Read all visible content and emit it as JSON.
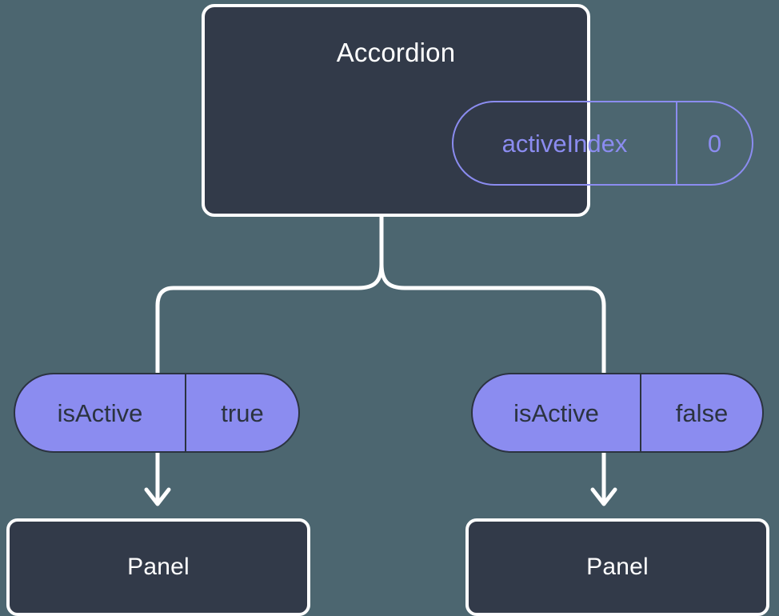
{
  "diagram": {
    "background_color": "#4c6670",
    "node_color": "#323a49",
    "accent_color": "#8b8cf0",
    "stroke_color": "#ffffff",
    "border_color": "#2b3340"
  },
  "root": {
    "title": "Accordion",
    "prop": {
      "key": "activeIndex",
      "value": "0"
    }
  },
  "branches": [
    {
      "prop": {
        "key": "isActive",
        "value": "true"
      },
      "child": {
        "title": "Panel"
      }
    },
    {
      "prop": {
        "key": "isActive",
        "value": "false"
      },
      "child": {
        "title": "Panel"
      }
    }
  ]
}
